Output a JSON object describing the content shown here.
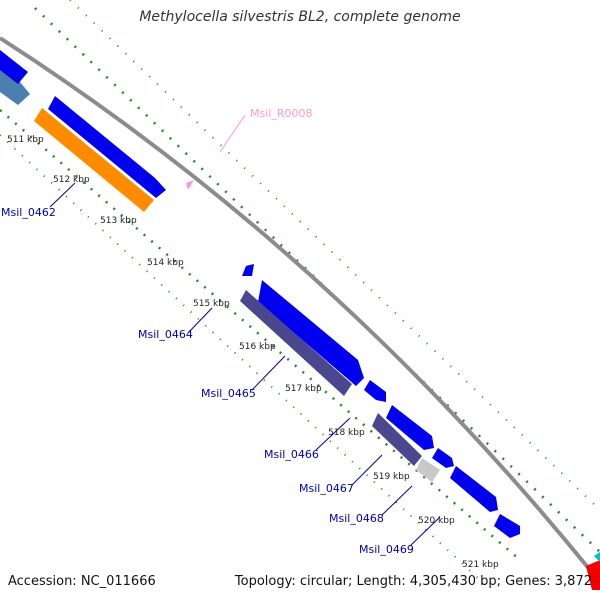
{
  "title": "Methylocella silvestris BL2, complete genome",
  "footer": {
    "accession": "Accession: NC_011666",
    "summary": "Topology: circular; Length: 4,305,430 bp; Genes: 3,872"
  },
  "axis": {
    "ticks": [
      "511 kbp",
      "512 kbp",
      "513 kbp",
      "514 kbp",
      "515 kbp",
      "516 kbp",
      "517 kbp",
      "518 kbp",
      "519 kbp",
      "520 kbp",
      "521 kbp"
    ]
  },
  "gene_labels": [
    "Msil_R0008",
    "Msil_0462",
    "Msil_0464",
    "Msil_0465",
    "Msil_0466",
    "Msil_0467",
    "Msil_0468",
    "Msil_0469"
  ],
  "colors": {
    "backbone": "#8c8c8c",
    "forward_gene": "#0000ee",
    "reverse_gene_dark": "#4b478f",
    "orange_gene": "#ff8c00",
    "steelblue_gene": "#4a7fb0",
    "pseudo_gene": "#c8c8c8",
    "rna_label": "#ff99cc",
    "gene_label": "#0000aa",
    "gc_dots": "#228b22"
  }
}
